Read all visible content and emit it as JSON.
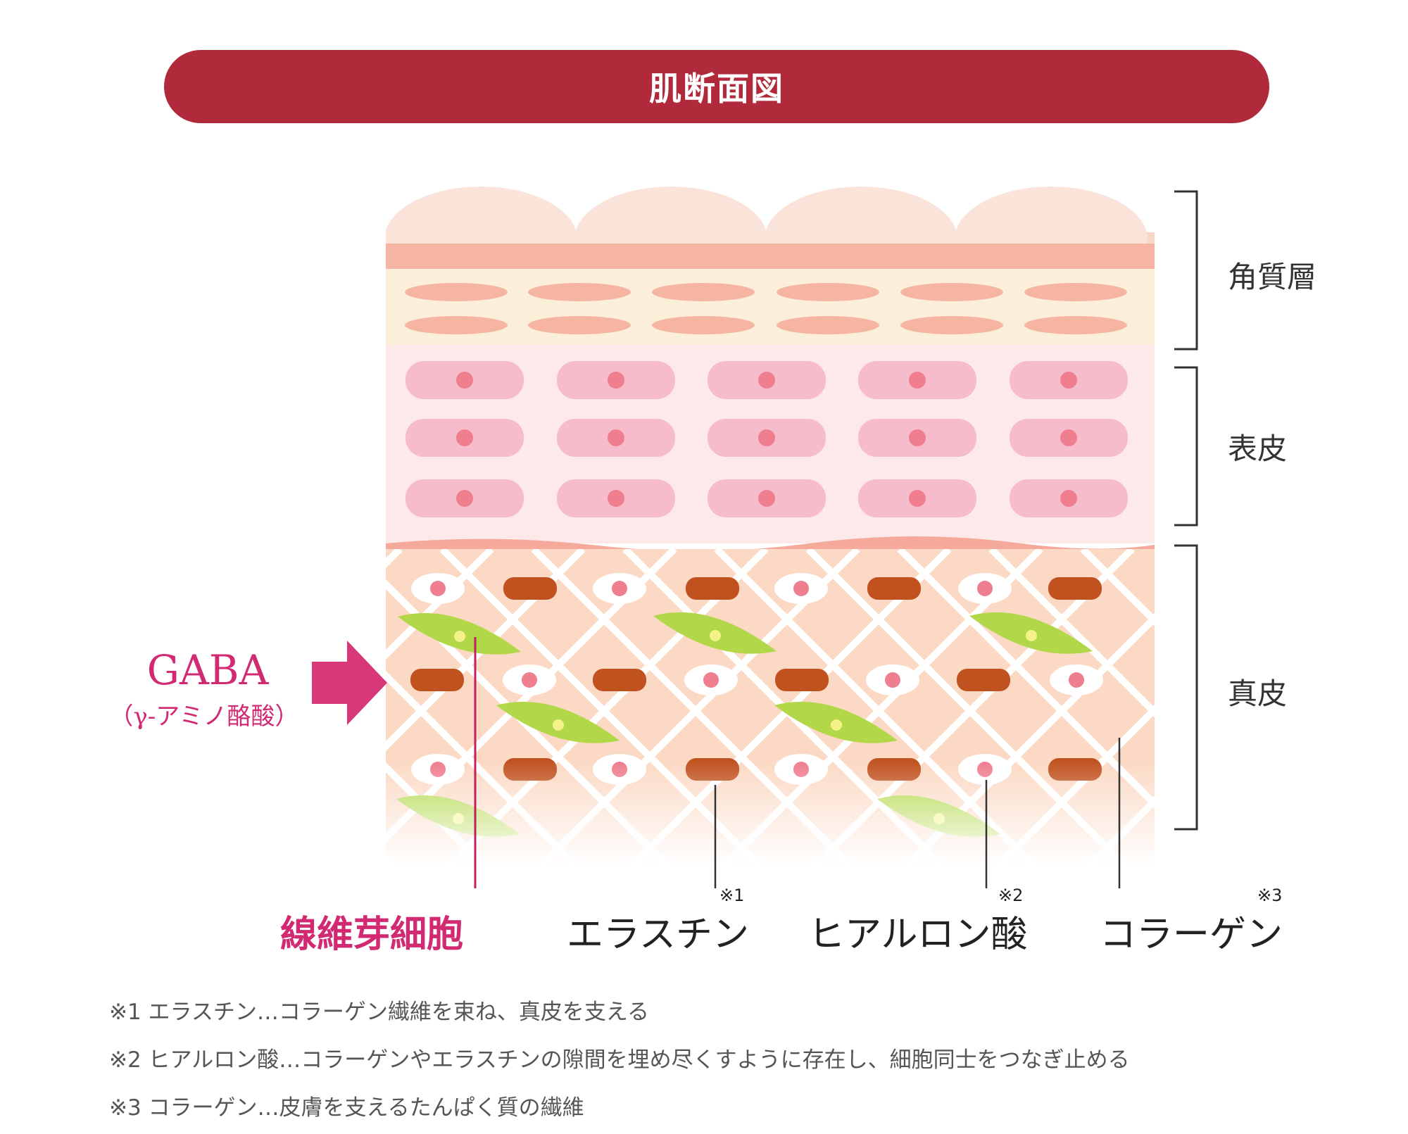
{
  "title": "肌断面図",
  "layers": {
    "stratum_corneum": "角質層",
    "epidermis": "表皮",
    "dermis": "真皮"
  },
  "gaba": {
    "name": "GABA",
    "sub": "（γ-アミノ酪酸）"
  },
  "labels": {
    "fibroblast": "線維芽細胞",
    "elastin": "エラスチン",
    "elastin_mark": "※1",
    "hyaluronic": "ヒアルロン酸",
    "hyaluronic_mark": "※2",
    "collagen": "コラーゲン",
    "collagen_mark": "※3"
  },
  "notes": [
    "※1 エラスチン…コラーゲン繊維を束ね、真皮を支える",
    "※2 ヒアルロン酸…コラーゲンやエラスチンの隙間を埋め尽くすように存在し、細胞同士をつなぎ止める",
    "※3 コラーゲン…皮膚を支えるたんぱく質の繊維"
  ],
  "colors": {
    "title_bg": "#b02a3b",
    "gaba": "#d12a73",
    "elastin": "#c0521f",
    "fibroblast": "#b2d84a",
    "epidermis_cell": "#f6bccb",
    "dermis_bg": "#fbd9c4"
  }
}
